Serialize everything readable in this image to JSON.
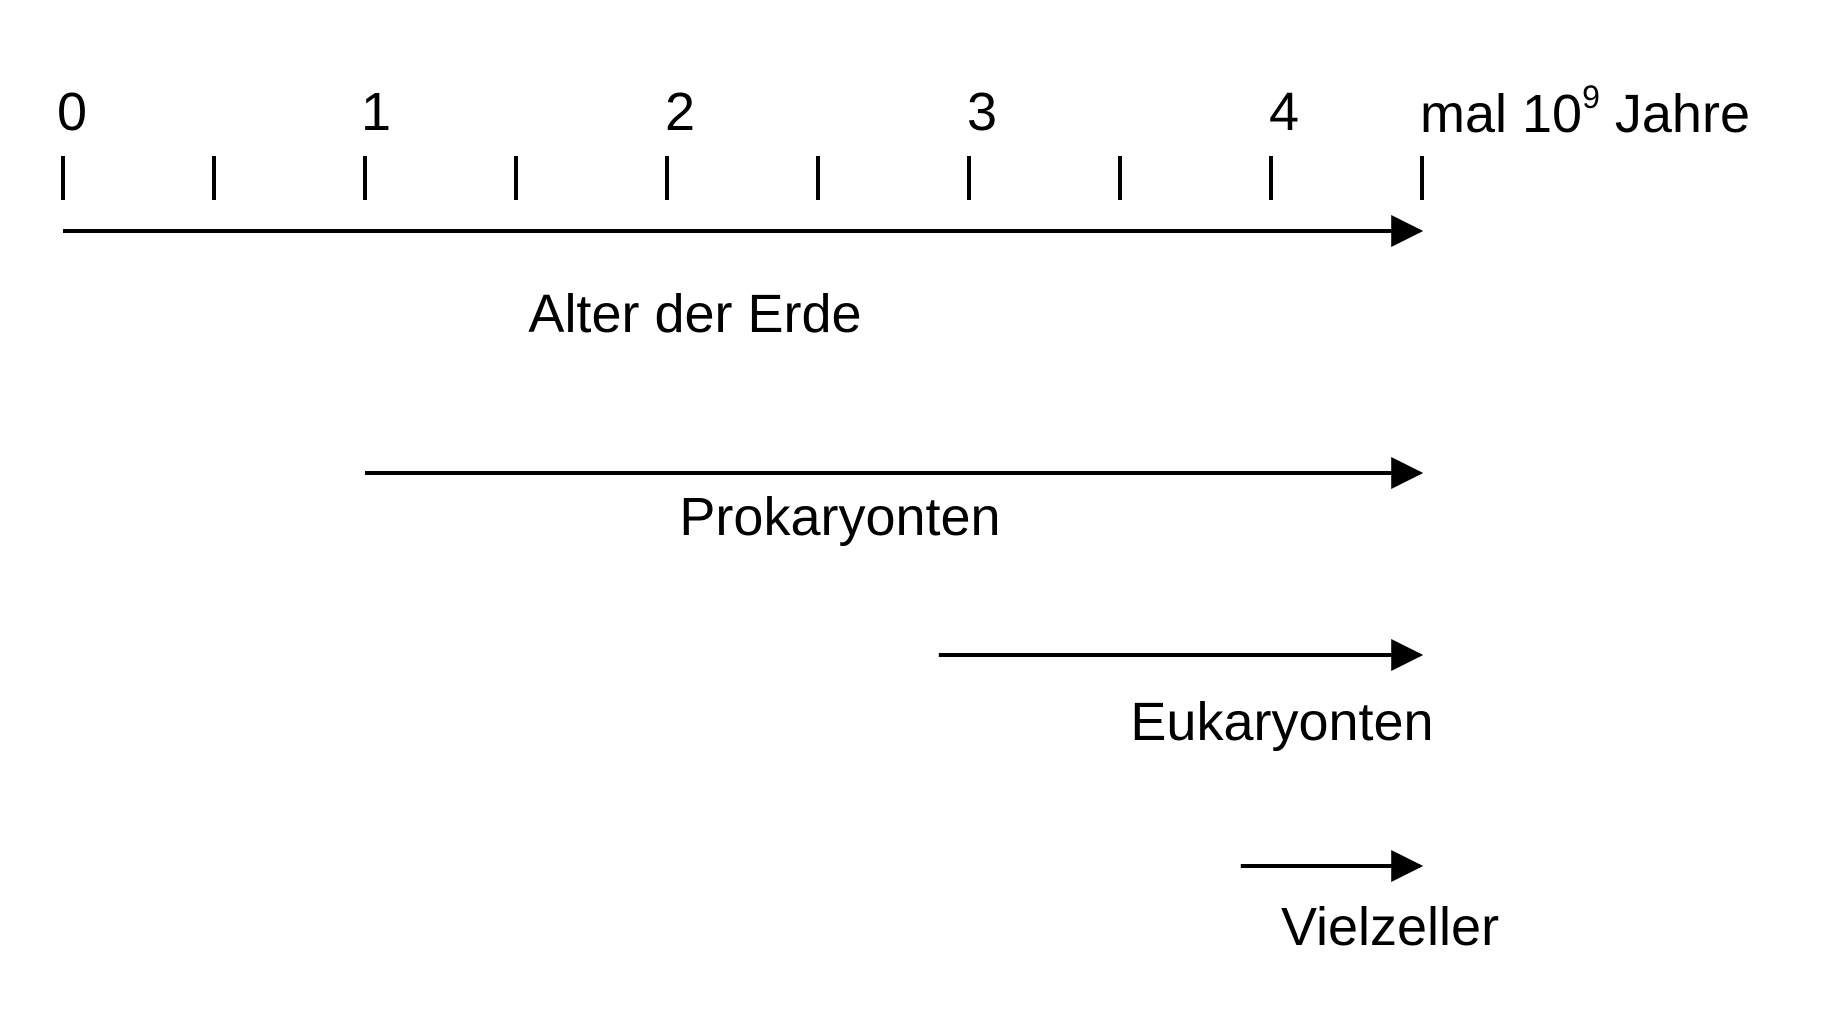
{
  "axis": {
    "tick_labels": [
      "0",
      "1",
      "2",
      "3",
      "4"
    ],
    "unit_prefix": "mal 10",
    "unit_exponent": "9",
    "unit_suffix": " Jahre",
    "minor_ticks_per_unit": 2
  },
  "timeline": [
    {
      "label": "Alter der Erde",
      "start": 0,
      "end": 4.5
    },
    {
      "label": "Prokaryonten",
      "start": 1,
      "end": 4.5
    },
    {
      "label": "Eukaryonten",
      "start": 2.9,
      "end": 4.5
    },
    {
      "label": "Vielzeller",
      "start": 3.9,
      "end": 4.5
    }
  ],
  "colors": {
    "foreground": "#000000",
    "background": "#ffffff"
  }
}
